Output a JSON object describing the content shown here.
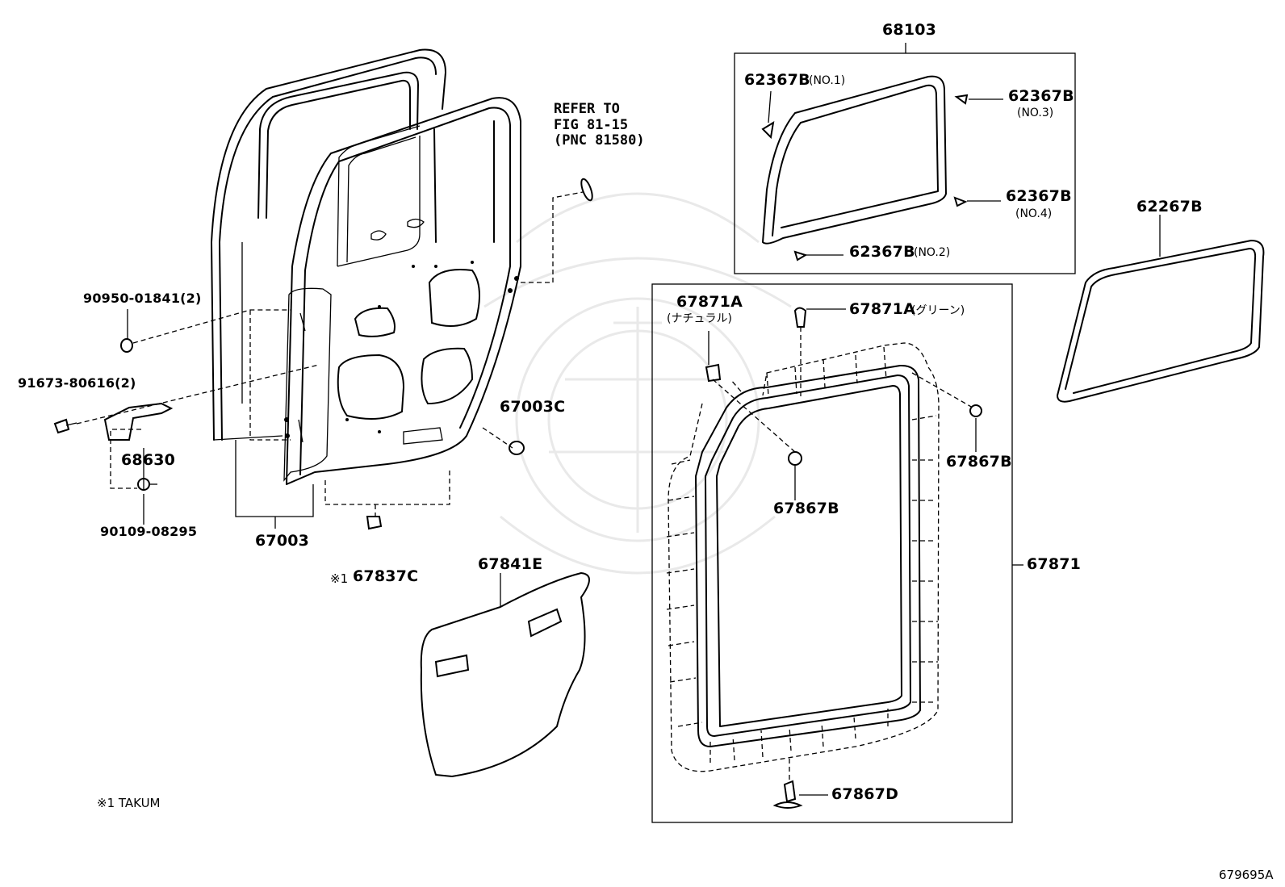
{
  "labels": {
    "p68103": "68103",
    "p62367b_1": "62367B",
    "p62367b_1_note": "(NO.1)",
    "p62367b_3": "62367B",
    "p62367b_3_note": "(NO.3)",
    "p62367b_4": "62367B",
    "p62367b_4_note": "(NO.4)",
    "p62367b_2": "62367B",
    "p62367b_2_note": "(NO.2)",
    "p62267b": "62267B",
    "p67871a_n": "67871A",
    "p67871a_n_note": "(ナチュラル)",
    "p67871a_g": "67871A",
    "p67871a_g_note": "(グリーン)",
    "p67867b_r": "67867B",
    "p67867b_c": "67867B",
    "p67871": "67871",
    "p67867d": "67867D",
    "p67841e": "67841E",
    "p67003c": "67003C",
    "p67003": "67003",
    "p67837c": "67837C",
    "p67837c_mark": "※1",
    "p68630": "68630",
    "p90109": "90109-08295",
    "p91673": "91673-80616(2)",
    "p90950": "90950-01841(2)",
    "refer_line1": "REFER TO",
    "refer_line2": "FIG 81-15",
    "refer_line3": "(PNC 81580)",
    "footnote": "※1 TAKUM",
    "diagram_id": "679695A"
  }
}
